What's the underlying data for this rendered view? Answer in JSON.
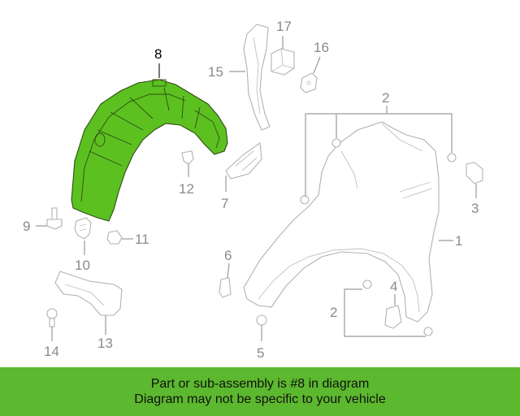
{
  "diagram": {
    "highlight_color": "#5cc021",
    "highlighted_callout": "8",
    "callouts": {
      "c1": "1",
      "c2a": "2",
      "c2b": "2",
      "c3": "3",
      "c4": "4",
      "c5": "5",
      "c6": "6",
      "c7": "7",
      "c8": "8",
      "c9": "9",
      "c10": "10",
      "c11": "11",
      "c12": "12",
      "c13": "13",
      "c14": "14",
      "c15": "15",
      "c16": "16",
      "c17": "17"
    }
  },
  "banner": {
    "background": "#5cb82e",
    "line1": "Part or sub-assembly is #8 in diagram",
    "line2": "Diagram may not be specific to your vehicle"
  }
}
